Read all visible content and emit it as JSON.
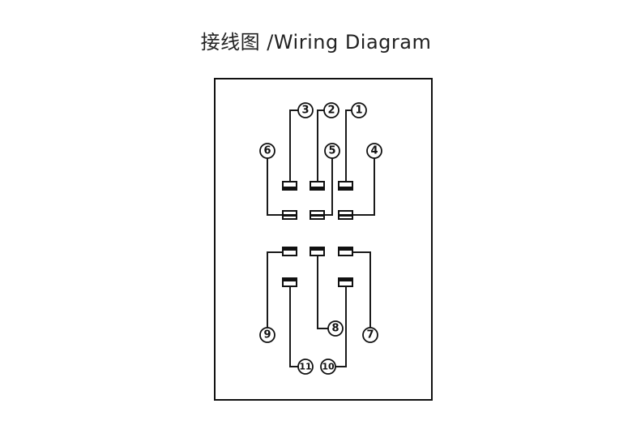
{
  "title": "接线图 /Wiring Diagram",
  "pins": [
    "1",
    "2",
    "3",
    "4",
    "5",
    "6",
    "7",
    "8",
    "9",
    "10",
    "11"
  ]
}
